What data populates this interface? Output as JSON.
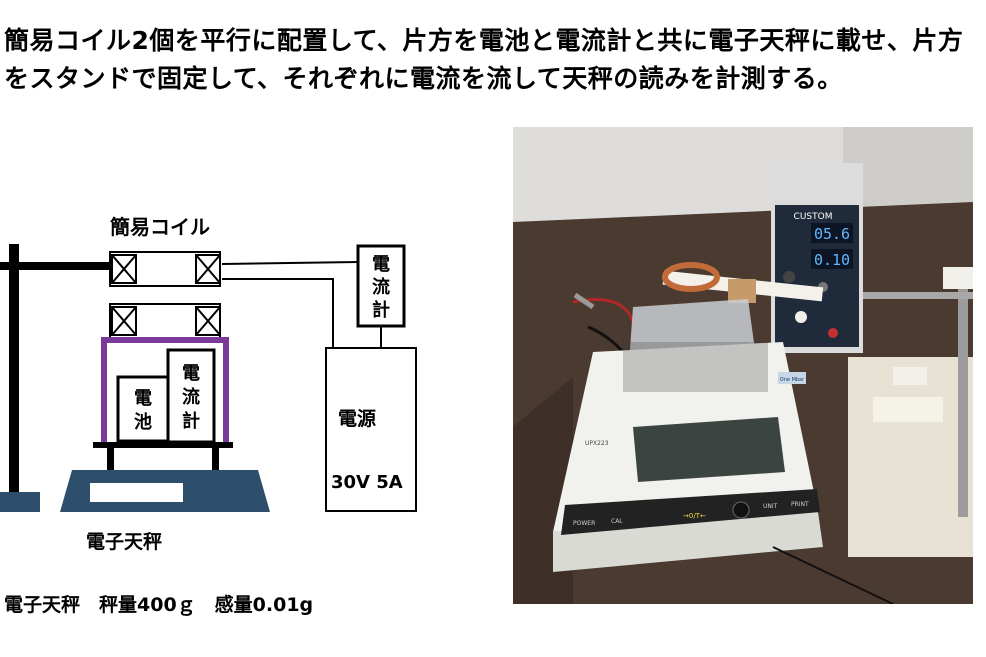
{
  "instruction": "簡易コイル2個を平行に配置して、片方を電池と電流計と共に電子天秤に載せ、片方をスタンドで固定して、それぞれに電流を流して天秤の読みを計測する。",
  "diagram": {
    "coil_label": "簡易コイル",
    "ammeter_top": [
      "電",
      "流",
      "計"
    ],
    "ammeter_on_scale": [
      "電",
      "流",
      "計"
    ],
    "battery": [
      "電",
      "池"
    ],
    "power_supply_label": "電源",
    "power_supply_rating": "30V 5A",
    "balance_label": "電子天秤"
  },
  "spec_text": "電子天秤　秤量400ｇ　感量0.01g",
  "photo": {
    "psu_brand": "CUSTOM",
    "psu_voltage": "05.6",
    "psu_current": "0.10",
    "balance_model": "UPX223",
    "button_power": "POWER",
    "button_cal": "CAL",
    "button_tare": "→0/T←",
    "button_unit": "UNIT",
    "button_print": "PRINT",
    "badge": "One Mbar"
  },
  "colors": {
    "holder_purple": "#7a3a9a",
    "balance_navy": "#2d4f6c",
    "table_brown": "#4a3a30",
    "led_blue": "#5fb8ff"
  }
}
